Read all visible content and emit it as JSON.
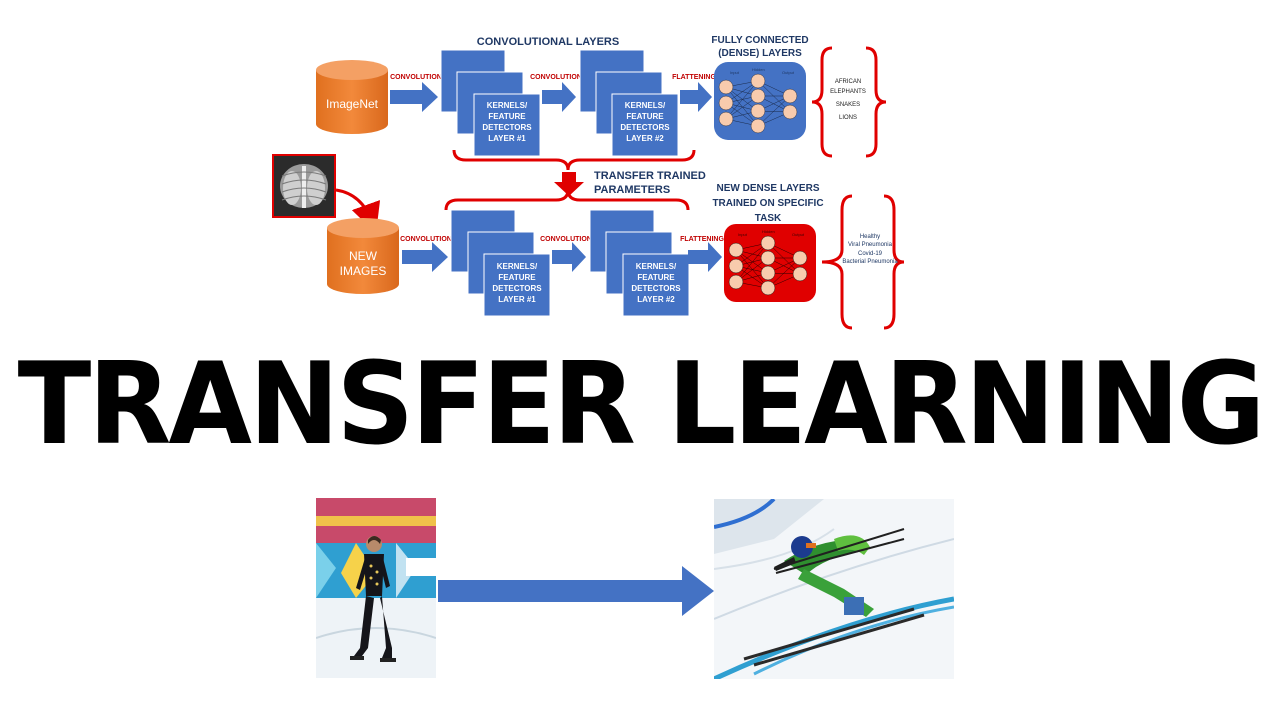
{
  "headline": "TRANSFER LEARNING",
  "top_row": {
    "source_db": "ImageNet",
    "conv_layers_title": "CONVOLUTIONAL LAYERS",
    "conv_arrow_1": "CONVOLUTION",
    "conv_arrow_2": "CONVOLUTION",
    "flatten_arrow": "FLATTENING",
    "kernel_box_1": [
      "KERNELS/",
      "FEATURE",
      "DETECTORS",
      "LAYER #1"
    ],
    "kernel_box_2": [
      "KERNELS/",
      "FEATURE",
      "DETECTORS",
      "LAYER #2"
    ],
    "dense_title": [
      "FULLY CONNECTED",
      "(DENSE) LAYERS"
    ],
    "nn_labels": [
      "Input",
      "Hidden",
      "Output"
    ],
    "outputs": [
      "AFRICAN",
      "ELEPHANTS",
      "SNAKES",
      "LIONS"
    ]
  },
  "transfer": [
    "TRANSFER TRAINED",
    "PARAMETERS"
  ],
  "bottom_row": {
    "source_db": [
      "NEW",
      "IMAGES"
    ],
    "conv_arrow_1": "CONVOLUTION",
    "conv_arrow_2": "CONVOLUTION",
    "flatten_arrow": "FLATTENING",
    "kernel_box_1": [
      "KERNELS/",
      "FEATURE",
      "DETECTORS",
      "LAYER #1"
    ],
    "kernel_box_2": [
      "KERNELS/",
      "FEATURE",
      "DETECTORS",
      "LAYER #2"
    ],
    "dense_title": [
      "NEW DENSE LAYERS",
      "TRAINED ON SPECIFIC",
      "TASK"
    ],
    "nn_labels": [
      "Input",
      "Hidden",
      "Output"
    ],
    "outputs": [
      "Healthy",
      "Viral Pneumonia",
      "Covid-19",
      "Bacterial Pneumonia"
    ]
  },
  "colors": {
    "cylinder": "#ed7d31",
    "box_blue": "#4472c4",
    "dense_top": "#4472c4",
    "dense_bottom": "#e00000",
    "neuron": "#f8cbad",
    "brace_red": "#e00000",
    "title_navy": "#1f3864",
    "arrow_blue": "#4472c4"
  },
  "icons": [
    "xray-thumbnail",
    "figure-skater-photo",
    "skier-photo",
    "right-arrow-icon"
  ]
}
